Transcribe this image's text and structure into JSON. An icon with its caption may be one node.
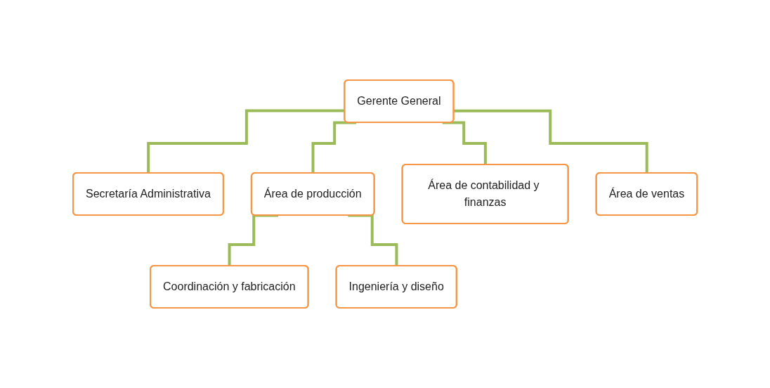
{
  "diagram": {
    "nodes": [
      {
        "text": [
          "Gerente General"
        ]
      },
      {
        "text": [
          "Secretaría Administrativa"
        ]
      },
      {
        "text": [
          "Área de producción"
        ]
      },
      {
        "text": [
          "Área de contabilidad y finanzas"
        ]
      },
      {
        "text": [
          "Área de ventas"
        ]
      },
      {
        "text": [
          "Coordinación y fabricación"
        ]
      },
      {
        "text": [
          "Ingeniería y diseño"
        ]
      }
    ],
    "edges": [
      {
        "from": 0,
        "to": 1,
        "arrow": "none"
      },
      {
        "from": 0,
        "to": 2,
        "arrow": "none"
      },
      {
        "from": 0,
        "to": 3,
        "arrow": "none"
      },
      {
        "from": 0,
        "to": 4,
        "arrow": "none"
      },
      {
        "from": 2,
        "to": 5,
        "arrow": "none"
      },
      {
        "from": 2,
        "to": 6,
        "arrow": "none"
      }
    ]
  }
}
